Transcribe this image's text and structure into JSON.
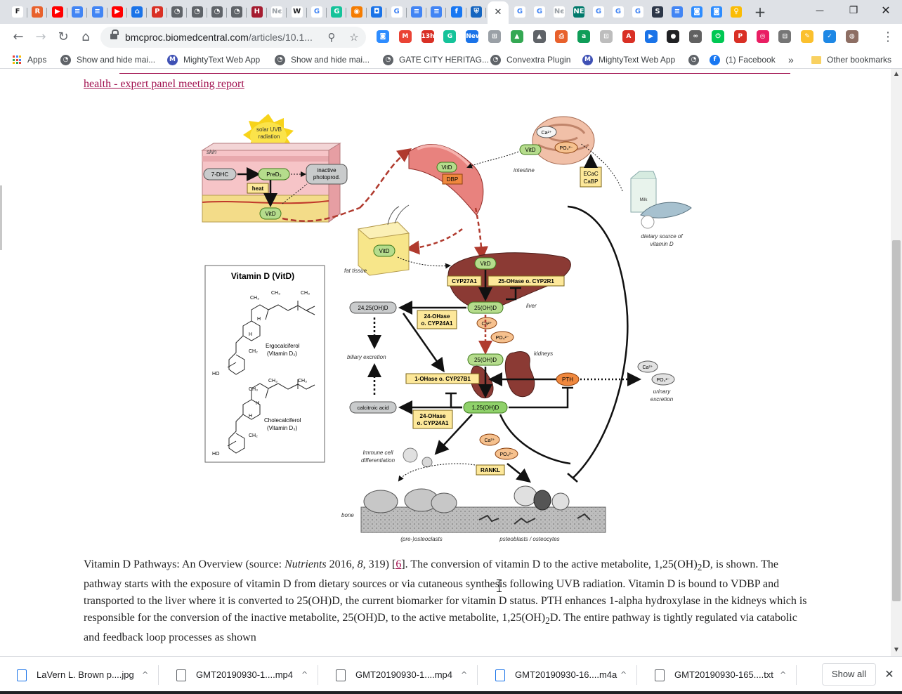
{
  "tabs": {
    "items": [
      {
        "letter": "F",
        "color": "#ffffff",
        "fg": "#202124"
      },
      {
        "letter": "R",
        "color": "#e8612c",
        "fg": "#ffffff"
      },
      {
        "letter": "▶",
        "color": "#ff0000",
        "fg": "#ffffff"
      },
      {
        "letter": "≡",
        "color": "#4285f4",
        "fg": "#ffffff"
      },
      {
        "letter": "≡",
        "color": "#4285f4",
        "fg": "#ffffff"
      },
      {
        "letter": "▶",
        "color": "#ff0000",
        "fg": "#ffffff"
      },
      {
        "letter": "⌂",
        "color": "#1a73e8",
        "fg": "#ffffff"
      },
      {
        "letter": "P",
        "color": "#d93025",
        "fg": "#ffffff"
      },
      {
        "letter": "◔",
        "color": "#5f6368",
        "fg": "#ffffff"
      },
      {
        "letter": "◔",
        "color": "#5f6368",
        "fg": "#ffffff"
      },
      {
        "letter": "◔",
        "color": "#5f6368",
        "fg": "#ffffff"
      },
      {
        "letter": "◔",
        "color": "#5f6368",
        "fg": "#ffffff"
      },
      {
        "letter": "H",
        "color": "#a51c30",
        "fg": "#ffffff"
      },
      {
        "letter": "Nє",
        "color": "#ffffff",
        "fg": "#9aa0a6"
      },
      {
        "letter": "W",
        "color": "#ffffff",
        "fg": "#202124"
      },
      {
        "letter": "G",
        "color": "#ffffff",
        "fg": "#4285f4"
      },
      {
        "letter": "G",
        "color": "#15c39a",
        "fg": "#ffffff"
      },
      {
        "letter": "◉",
        "color": "#f57c00",
        "fg": "#ffffff"
      },
      {
        "letter": "◘",
        "color": "#1a73e8",
        "fg": "#ffffff"
      },
      {
        "letter": "G",
        "color": "#ffffff",
        "fg": "#4285f4"
      },
      {
        "letter": "≡",
        "color": "#4285f4",
        "fg": "#ffffff"
      },
      {
        "letter": "≡",
        "color": "#4285f4",
        "fg": "#ffffff"
      },
      {
        "letter": "f",
        "color": "#1877f2",
        "fg": "#ffffff"
      },
      {
        "letter": "⛨",
        "color": "#1565c0",
        "fg": "#ffffff"
      }
    ],
    "active_close": "✕",
    "after_active": [
      {
        "letter": "G",
        "color": "#ffffff",
        "fg": "#4285f4"
      },
      {
        "letter": "G",
        "color": "#ffffff",
        "fg": "#4285f4"
      },
      {
        "letter": "Nє",
        "color": "#ffffff",
        "fg": "#9aa0a6"
      },
      {
        "letter": "NE",
        "color": "#00796b",
        "fg": "#ffffff"
      },
      {
        "letter": "G",
        "color": "#ffffff",
        "fg": "#4285f4"
      },
      {
        "letter": "G",
        "color": "#ffffff",
        "fg": "#4285f4"
      },
      {
        "letter": "G",
        "color": "#ffffff",
        "fg": "#4285f4"
      },
      {
        "letter": "S",
        "color": "#2d3748",
        "fg": "#ffffff"
      },
      {
        "letter": "≡",
        "color": "#4285f4",
        "fg": "#ffffff"
      },
      {
        "letter": "◙",
        "color": "#2d8cff",
        "fg": "#ffffff"
      },
      {
        "letter": "◙",
        "color": "#2d8cff",
        "fg": "#ffffff"
      },
      {
        "letter": "♀",
        "color": "#fbbc04",
        "fg": "#ffffff"
      }
    ],
    "new_tab": "+",
    "minimize": "—",
    "restore": "❐",
    "close": "✕"
  },
  "toolbar": {
    "back": "←",
    "forward": "→",
    "reload": "↻",
    "home": "⌂",
    "url_host": "bmcproc.biomedcentral.com",
    "url_path": "/articles/10.1...",
    "zoom_icon": "⚲",
    "star_icon": "☆",
    "menu_icon": "⋮"
  },
  "extensions": [
    {
      "label": "◙",
      "color": "#2d8cff"
    },
    {
      "label": "M",
      "color": "#ea4335"
    },
    {
      "label": "13h",
      "color": "#d93025"
    },
    {
      "label": "G",
      "color": "#15c39a"
    },
    {
      "label": "New",
      "color": "#1a73e8"
    },
    {
      "label": "⊞",
      "color": "#9aa0a6"
    },
    {
      "label": "▲",
      "color": "#34a853"
    },
    {
      "label": "▲",
      "color": "#5f6368"
    },
    {
      "label": "⎙",
      "color": "#e8612c"
    },
    {
      "label": "a",
      "color": "#0f9d58"
    },
    {
      "label": "⊡",
      "color": "#bdbdbd"
    },
    {
      "label": "A",
      "color": "#d93025"
    },
    {
      "label": "▶",
      "color": "#1a73e8"
    },
    {
      "label": "●",
      "color": "#202124"
    },
    {
      "label": "∞",
      "color": "#616161"
    },
    {
      "label": "⏻",
      "color": "#00c853"
    },
    {
      "label": "P",
      "color": "#d93025"
    },
    {
      "label": "◎",
      "color": "#e91e63"
    },
    {
      "label": "⊟",
      "color": "#757575"
    },
    {
      "label": "✎",
      "color": "#fbc02d"
    },
    {
      "label": "✓",
      "color": "#1e88e5"
    },
    {
      "label": "◍",
      "color": "#8d6e63"
    }
  ],
  "bookmarks": {
    "apps": "Apps",
    "items": [
      {
        "label": "Show and hide mai...",
        "icon_color": "#5f6368",
        "icon": "◔"
      },
      {
        "label": "MightyText Web App",
        "icon_color": "#3f51b5",
        "icon": "M"
      },
      {
        "label": "Show and hide mai...",
        "icon_color": "#5f6368",
        "icon": "◔"
      },
      {
        "label": "GATE CITY HERITAG...",
        "icon_color": "#5f6368",
        "icon": "◔"
      },
      {
        "label": "Convextra Plugin",
        "icon_color": "#5f6368",
        "icon": "◔"
      },
      {
        "label": "MightyText Web App",
        "icon_color": "#3f51b5",
        "icon": "M"
      },
      {
        "label": "",
        "icon_color": "#5f6368",
        "icon": "◔"
      },
      {
        "label": "(1) Facebook",
        "icon_color": "#1877f2",
        "icon": "f"
      }
    ],
    "more": "»",
    "other": "Other bookmarks"
  },
  "article": {
    "link_tail": "health - expert panel meeting report",
    "caption_parts": {
      "p1": "Vitamin D Pathways: An Overview (source: ",
      "journal": "Nutrients",
      "p2": " 2016, ",
      "volume": "8",
      "p3": ", 319) [",
      "ref": "6",
      "p4": "]. The conversion of vitamin D to the active metabolite, 1,25(OH)",
      "sub1": "2",
      "p5": "D, is shown. The pathway starts with the exposure of vitamin D from dietary sources or via cutaneous synthesis following UVB radiation. Vitamin D is bound to VDBP and transported to the liver where it is converted to 25(OH)D, the current biomarker for vitamin D status. PTH enhances 1-alpha hydroxylase in the kidneys which is responsible for the conversion of the inactive metabolite, 25(OH)D, to the active metabolite, 1,25(OH)",
      "sub2": "2",
      "p6": "D. The entire pathway is tightly regulated via catabolic and feedback loop processes as shown"
    }
  },
  "figure": {
    "sun_label_1": "solar UVB",
    "sun_label_2": "radiation",
    "skin": "skin",
    "dhc": "7-DHC",
    "pred": "PreD₃",
    "inactive_1": "inactive",
    "inactive_2": "photoprod.",
    "heat": "heat",
    "vitd": "VitD",
    "dbp": "DBP",
    "ca": "Ca²⁺",
    "po4": "PO₄²⁻",
    "intestine": "intestine",
    "ecac": "ECaC",
    "cabp": "CaBP",
    "milk": "Milk",
    "dietary_1": "dietary source of",
    "dietary_2": "vitamin D",
    "fat_tissue": "fat tissue",
    "cyp27a1": "CYP27A1",
    "ohase25": "25-OHase o. CYP2R1",
    "liver": "liver",
    "oh25d": "25(OH)D",
    "oh2425d": "24,25(OH)D",
    "ohase24_1": "24-OHase",
    "ohase24_2": "o. CYP24A1",
    "biliary": "biliary excretion",
    "kidneys": "kidneys",
    "ohase1": "1-OHase o. CYP27B1",
    "pth": "PTH",
    "urinary_1": "urinary",
    "urinary_2": "excretion",
    "oh125d": "1,25(OH)D",
    "calcitroic": "calcitroic acid",
    "immune_1": "Immune cell",
    "immune_2": "differentiation",
    "rankl": "RANKL",
    "bone": "bone",
    "preosteo": "(pre-)osteoclasts",
    "osteoblasts": "psteoblasts / osteocytes",
    "box_title": "Vitamin D (VitD)",
    "ch3": "CH₃",
    "ch2": "CH₂",
    "h": "H",
    "ho": "HO",
    "ergo_1": "Ergocalciferol",
    "ergo_2": "(Vitamin D₂)",
    "chole_1": "Cholecalciferol",
    "chole_2": "(Vitamin D₃)"
  },
  "downloads": {
    "items": [
      {
        "name": "LaVern L. Brown p....jpg",
        "icon_color": "#1a73e8"
      },
      {
        "name": "GMT20190930-1....mp4",
        "icon_color": "#5f6368"
      },
      {
        "name": "GMT20190930-1....mp4",
        "icon_color": "#5f6368"
      },
      {
        "name": "GMT20190930-16....m4a",
        "icon_color": "#1a73e8"
      },
      {
        "name": "GMT20190930-165....txt",
        "icon_color": "#5f6368"
      }
    ],
    "caret": "^",
    "show_all": "Show all",
    "close": "✕"
  }
}
